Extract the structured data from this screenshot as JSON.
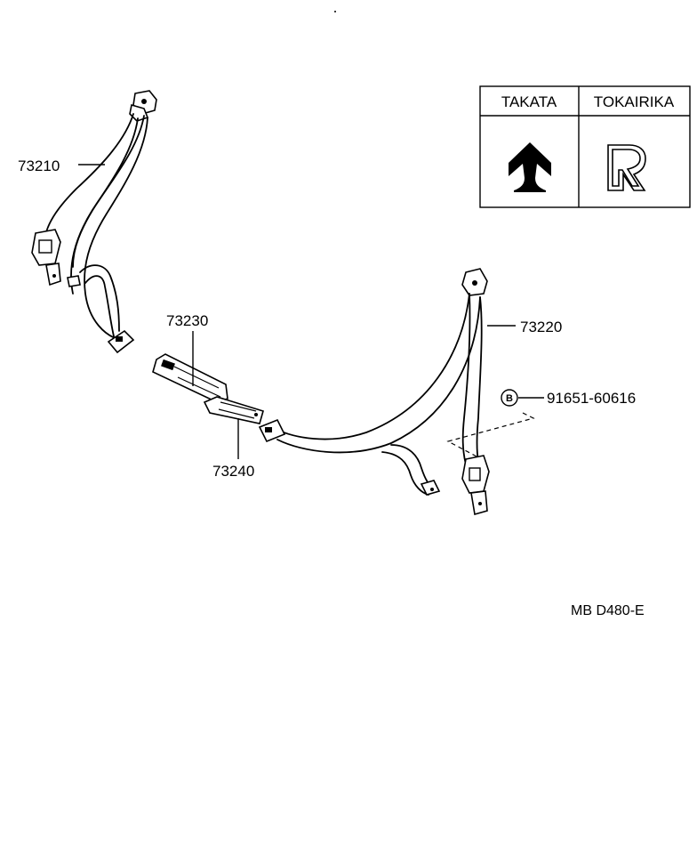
{
  "parts": {
    "p73210": "73210",
    "p73220": "73220",
    "p73230": "73230",
    "p73240": "73240",
    "bolt": "91651-60616",
    "bolt_badge": "B"
  },
  "maker_table": {
    "col1": "TAKATA",
    "col2": "TOKAIRIKA"
  },
  "ref_code": "MB D480-E"
}
